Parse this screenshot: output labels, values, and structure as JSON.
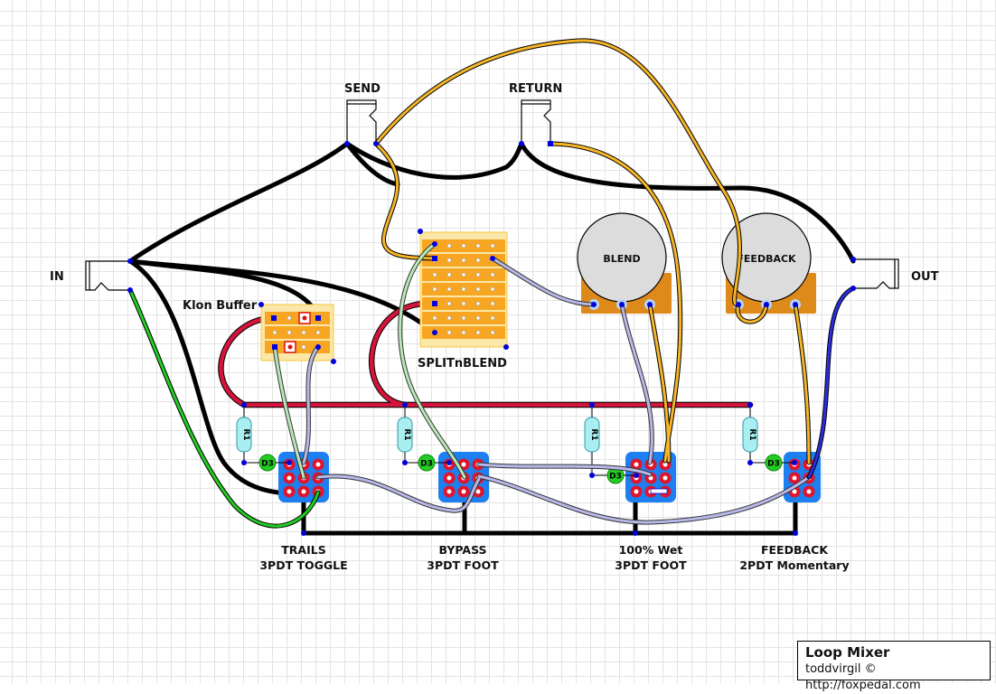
{
  "diagram": {
    "title": "Loop Mixer",
    "credit": "toddvirgil © http://foxpedal.com",
    "jacks": {
      "in": "IN",
      "out": "OUT",
      "send": "SEND",
      "return": "RETURN"
    },
    "boards": {
      "klon": "Klon Buffer",
      "split": "SPLITnBLEND"
    },
    "pots": {
      "blend": "BLEND",
      "feedback": "FEEDBACK"
    },
    "resistor_label": "R1",
    "led_label": "D3",
    "switches": [
      {
        "name": "TRAILS",
        "type": "3PDT TOGGLE"
      },
      {
        "name": "BYPASS",
        "type": "3PDT FOOT"
      },
      {
        "name": "100% Wet",
        "type": "3PDT FOOT"
      },
      {
        "name": "FEEDBACK",
        "type": "2PDT Momentary"
      }
    ],
    "colors": {
      "ground": "#000000",
      "power": "#d4143a",
      "wire_yellow": "#f6b627",
      "wire_lavender": "#b8b8e8",
      "wire_green": "#22cc22",
      "wire_mint": "#b8e8b8",
      "wire_blue": "#2c2ce0",
      "switch_body": "#1e7ff0",
      "board": "#f6a623",
      "pot_body": "#dd8a1a",
      "resistor": "#a9eef0",
      "led": "#22cc22"
    }
  }
}
